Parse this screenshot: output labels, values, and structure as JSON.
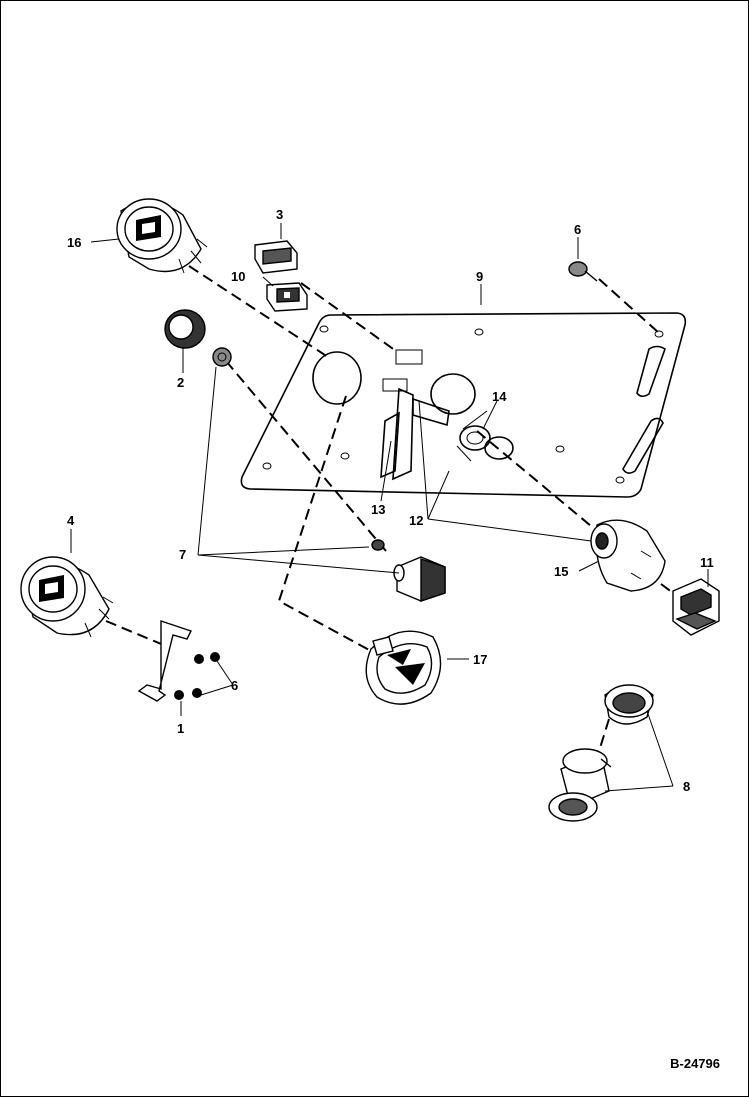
{
  "diagram": {
    "document_id": "B-24796",
    "callouts": {
      "c1": "1",
      "c2": "2",
      "c3": "3",
      "c4": "4",
      "c6a": "6",
      "c6b": "6",
      "c7": "7",
      "c8": "8",
      "c9": "9",
      "c10": "10",
      "c11": "11",
      "c12": "12",
      "c13": "13",
      "c14": "14",
      "c15": "15",
      "c16": "16",
      "c17": "17"
    }
  }
}
